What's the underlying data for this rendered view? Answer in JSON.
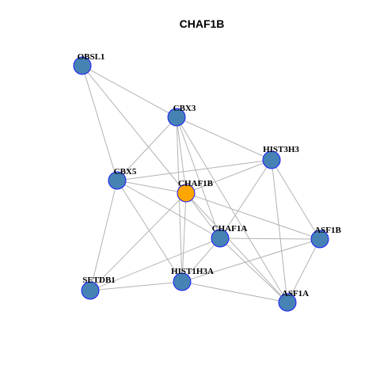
{
  "title": "CHAF1B",
  "colors": {
    "node_default": "#4682b4",
    "node_default_border": "#1a1aff",
    "node_focus": "#ffa500",
    "node_focus_border": "#1a1aff",
    "edge": "#b3b3b3"
  },
  "nodes": [
    {
      "id": "OBSL1",
      "label": "OBSL1",
      "focus": false
    },
    {
      "id": "CBX3",
      "label": "CBX3",
      "focus": false
    },
    {
      "id": "HIST3H3",
      "label": "HIST3H3",
      "focus": false
    },
    {
      "id": "CBX5",
      "label": "CBX5",
      "focus": false
    },
    {
      "id": "CHAF1B",
      "label": "CHAF1B",
      "focus": true
    },
    {
      "id": "CHAF1A",
      "label": "CHAF1A",
      "focus": false
    },
    {
      "id": "ASF1B",
      "label": "ASF1B",
      "focus": false
    },
    {
      "id": "SETDB1",
      "label": "SETDB1",
      "focus": false
    },
    {
      "id": "HIST1H3A",
      "label": "HIST1H3A",
      "focus": false
    },
    {
      "id": "ASF1A",
      "label": "ASF1A",
      "focus": false
    }
  ],
  "edges": [
    [
      "OBSL1",
      "CBX3"
    ],
    [
      "OBSL1",
      "CBX5"
    ],
    [
      "OBSL1",
      "CHAF1B"
    ],
    [
      "CBX3",
      "HIST3H3"
    ],
    [
      "CBX3",
      "CBX5"
    ],
    [
      "CBX3",
      "CHAF1B"
    ],
    [
      "CBX3",
      "CHAF1A"
    ],
    [
      "CBX3",
      "HIST1H3A"
    ],
    [
      "CBX3",
      "ASF1A"
    ],
    [
      "HIST3H3",
      "CBX5"
    ],
    [
      "HIST3H3",
      "CHAF1B"
    ],
    [
      "HIST3H3",
      "CHAF1A"
    ],
    [
      "HIST3H3",
      "ASF1B"
    ],
    [
      "HIST3H3",
      "ASF1A"
    ],
    [
      "CBX5",
      "CHAF1B"
    ],
    [
      "CBX5",
      "CHAF1A"
    ],
    [
      "CBX5",
      "SETDB1"
    ],
    [
      "CBX5",
      "HIST1H3A"
    ],
    [
      "CHAF1B",
      "CHAF1A"
    ],
    [
      "CHAF1B",
      "ASF1B"
    ],
    [
      "CHAF1B",
      "SETDB1"
    ],
    [
      "CHAF1B",
      "HIST1H3A"
    ],
    [
      "CHAF1B",
      "ASF1A"
    ],
    [
      "CHAF1A",
      "ASF1B"
    ],
    [
      "CHAF1A",
      "HIST1H3A"
    ],
    [
      "CHAF1A",
      "ASF1A"
    ],
    [
      "ASF1B",
      "HIST1H3A"
    ],
    [
      "ASF1B",
      "ASF1A"
    ],
    [
      "SETDB1",
      "HIST1H3A"
    ],
    [
      "SETDB1",
      "CHAF1A"
    ],
    [
      "HIST1H3A",
      "ASF1A"
    ]
  ]
}
